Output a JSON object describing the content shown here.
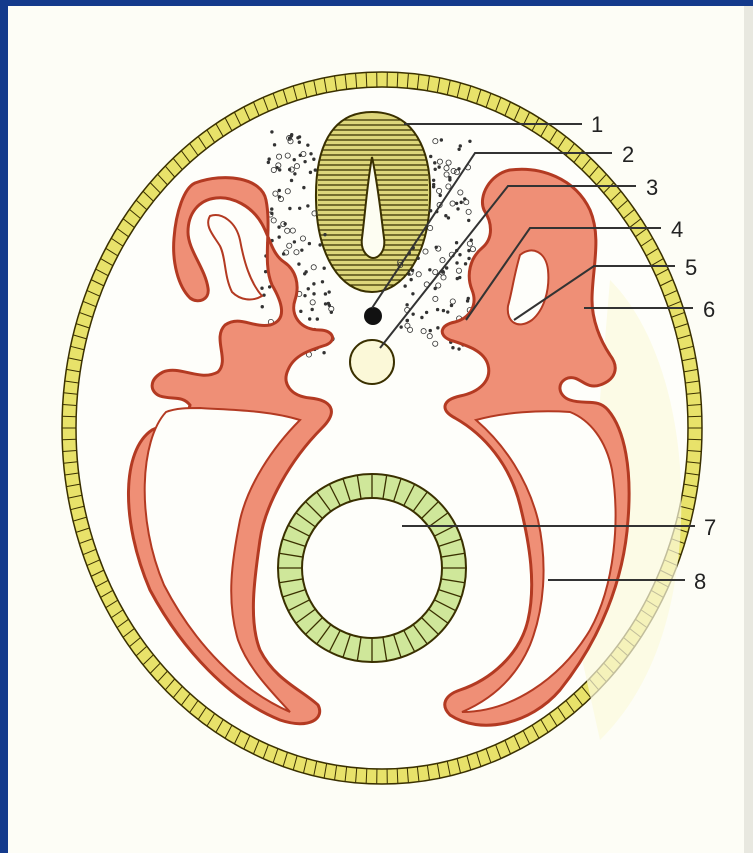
{
  "diagram": {
    "labels": [
      "1",
      "2",
      "3",
      "4",
      "5",
      "6",
      "7",
      "8"
    ]
  },
  "colors": {
    "frame": "#143a8c",
    "paper": "#fdfdf6",
    "cream": "#fbfadd",
    "ectoderm": "#e8e26a",
    "ectoderm_stroke": "#3a3000",
    "mesoderm": "#ef8f76",
    "mesoderm_stroke": "#b33a22",
    "neural_tube": "#ddd67a",
    "endoderm": "#cfe79a",
    "notochord": "#fbf8d8",
    "leader": "#333333"
  }
}
